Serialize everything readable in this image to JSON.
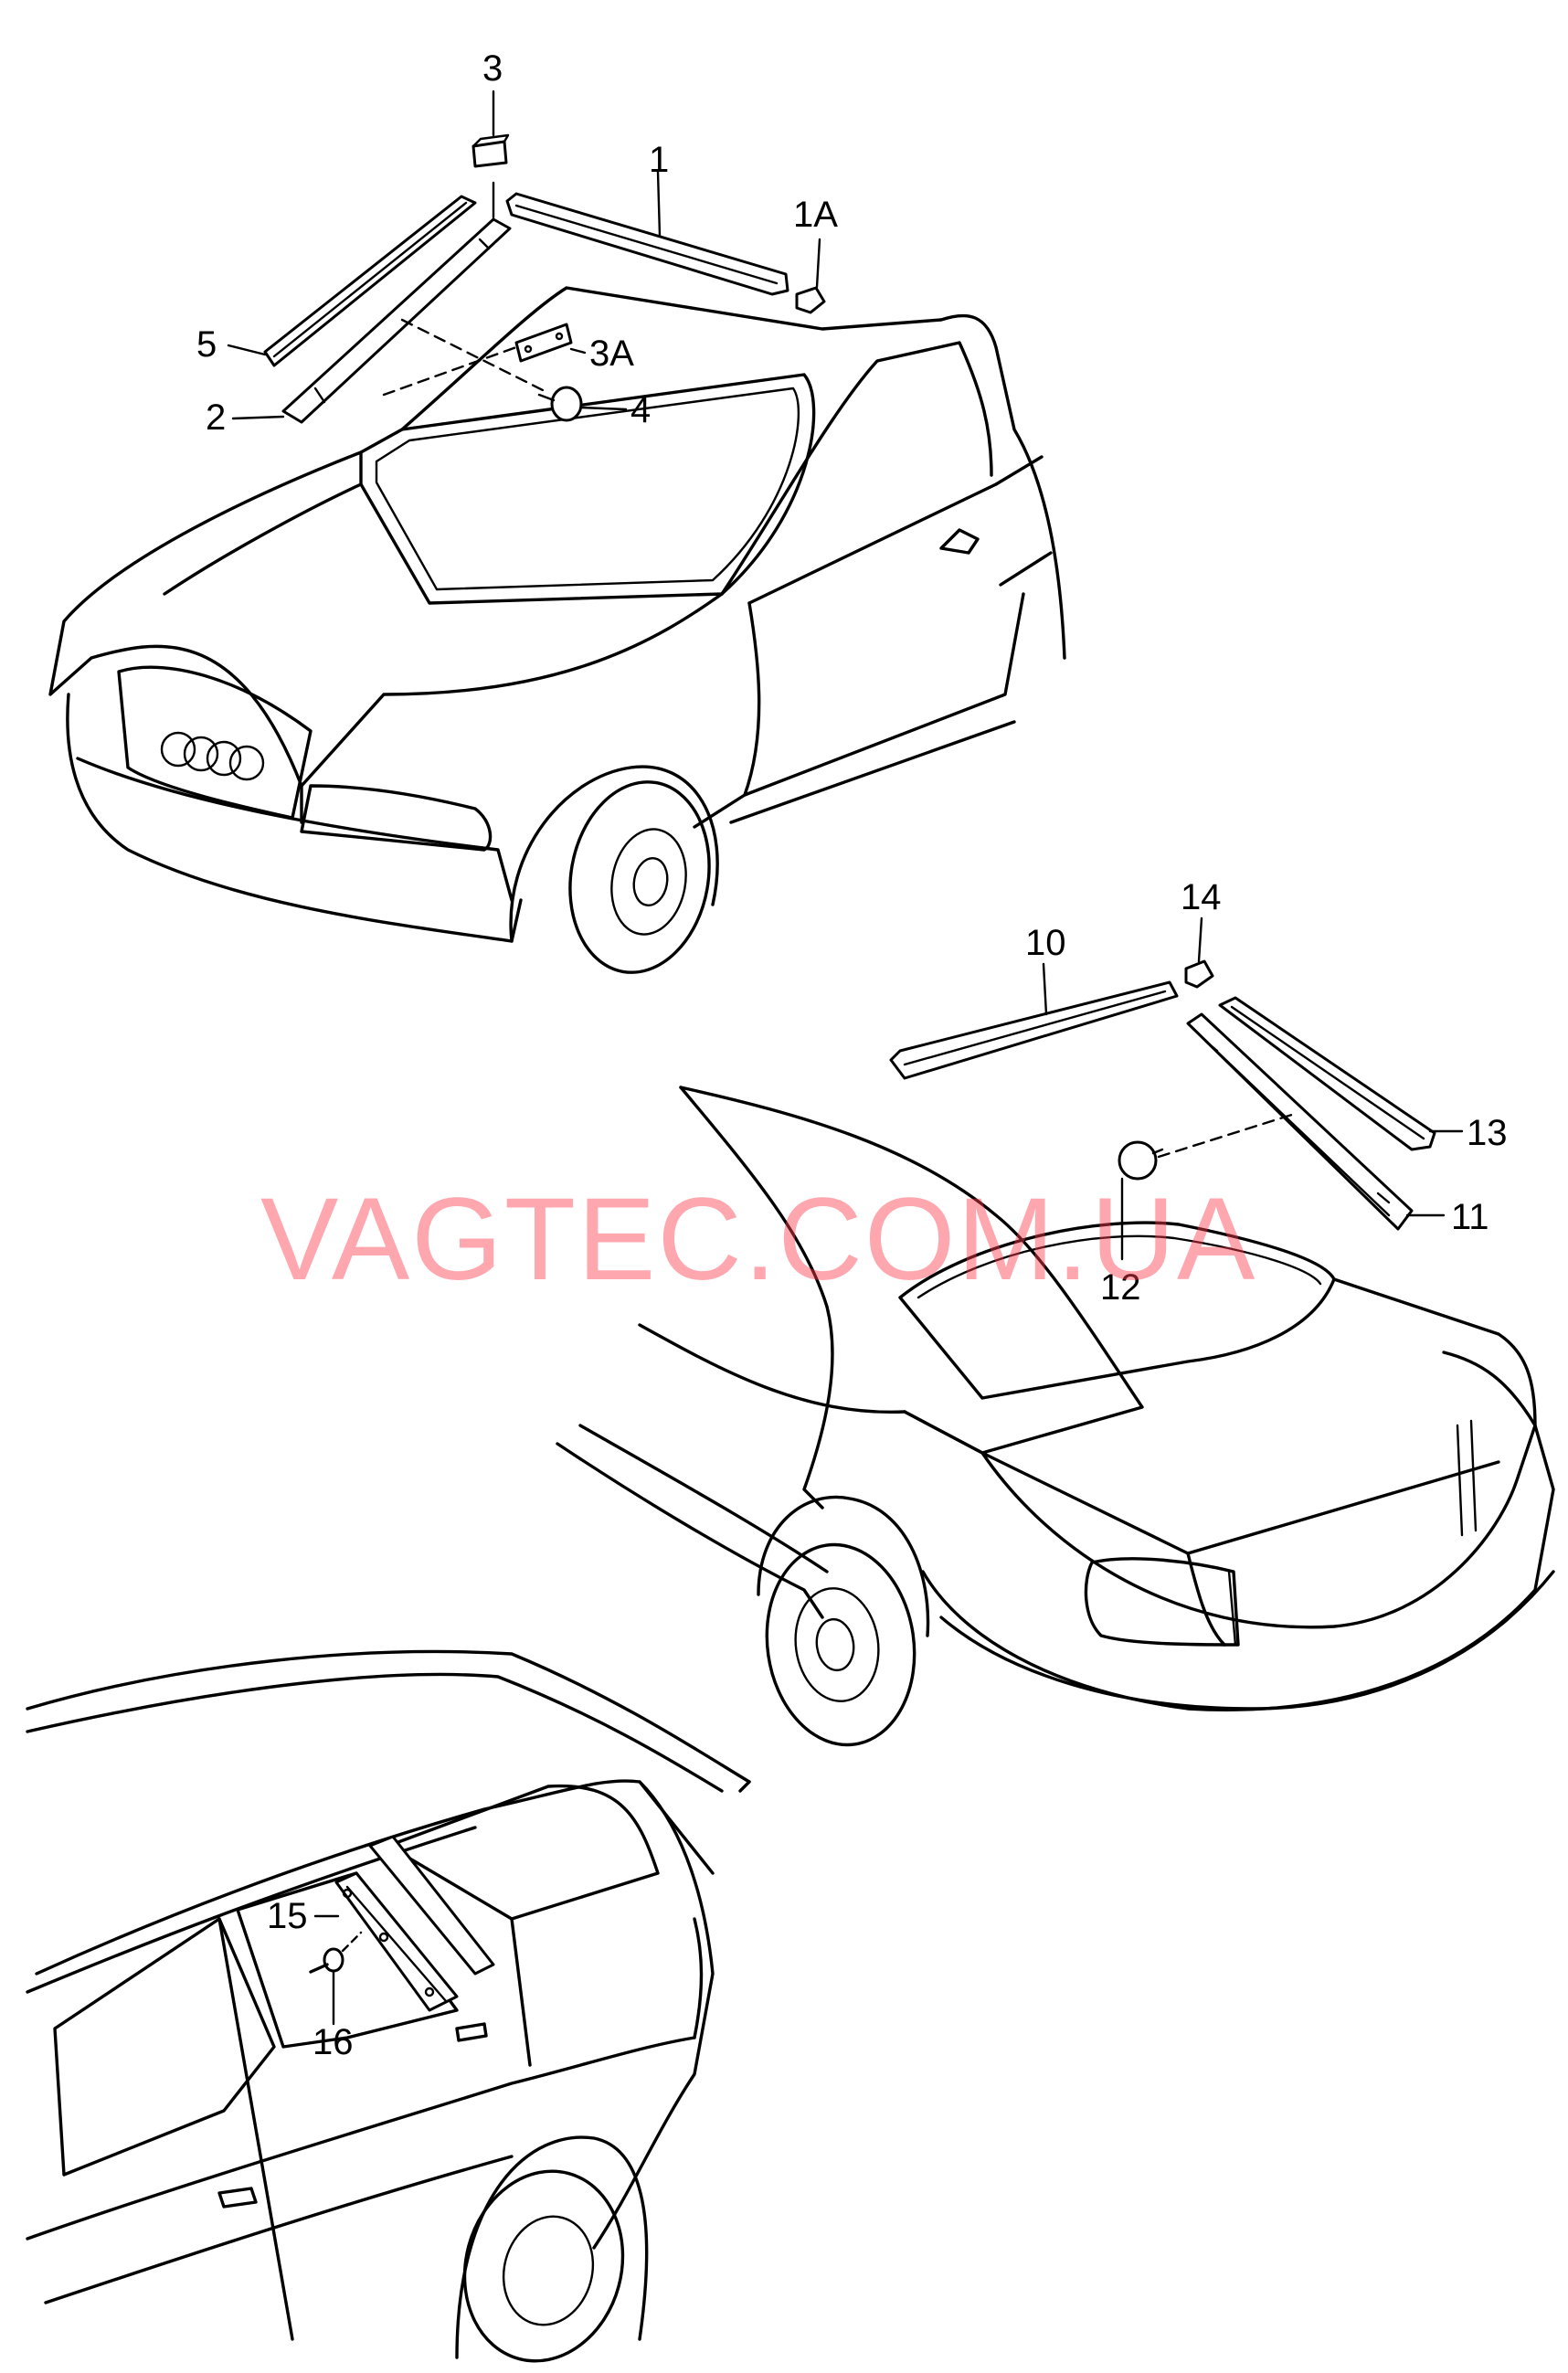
{
  "watermark": "VAGTEC.COM.UA",
  "callouts": {
    "c1": "1",
    "c1a": "1A",
    "c2": "2",
    "c3": "3",
    "c3a": "3A",
    "c4": "4",
    "c5": "5",
    "c10": "10",
    "c11": "11",
    "c12": "12",
    "c13": "13",
    "c14": "14",
    "c15": "15",
    "c16": "16"
  },
  "colors": {
    "watermark": "#ff3b4e",
    "line": "#000000",
    "background": "#ffffff"
  }
}
